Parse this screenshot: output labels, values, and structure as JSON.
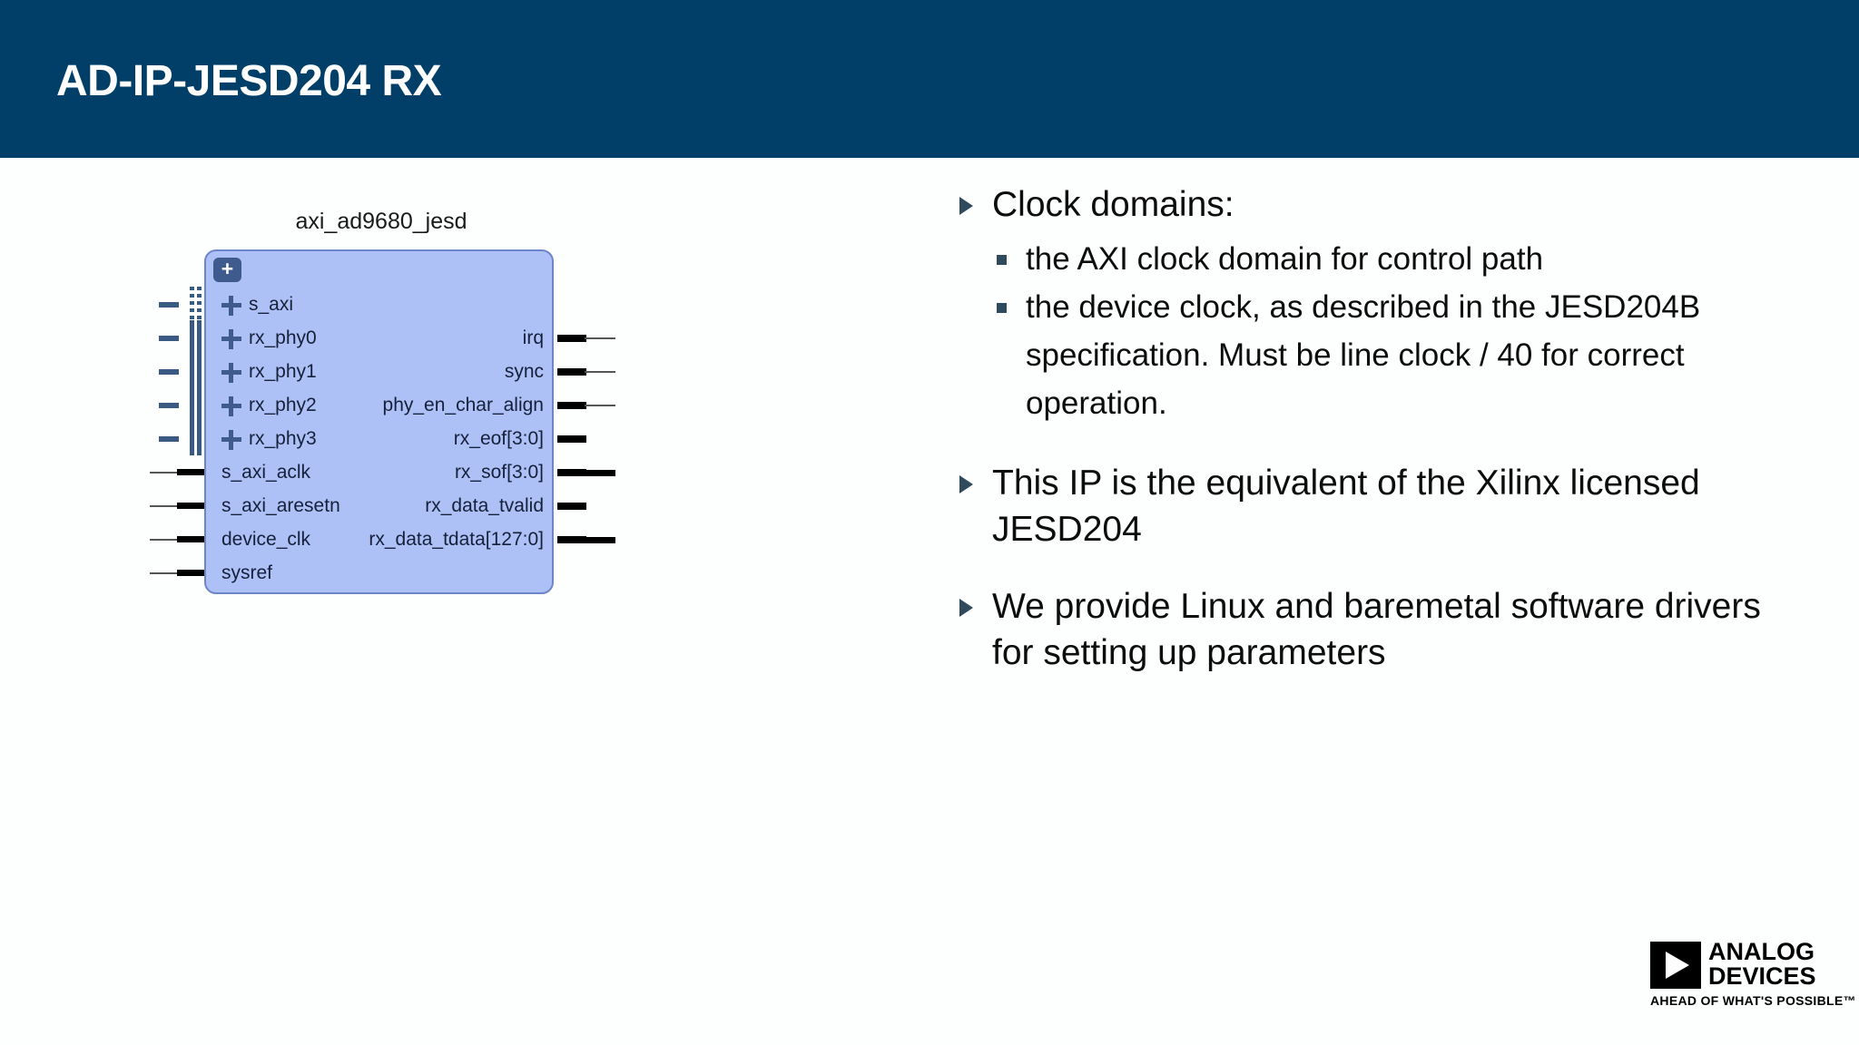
{
  "slide": {
    "title": "AD-IP-JESD204 RX",
    "header_color": "#023f68",
    "background_color": "#fdfefe"
  },
  "diagram": {
    "block_name": "axi_ad9680_jesd",
    "block_fill_color": "#aec1f7",
    "block_border_color": "#6d86c9",
    "expand_all_label": "+",
    "bus_expander_label": "+",
    "inputs": [
      {
        "label": "s_axi",
        "type": "bus",
        "connector": "dotted"
      },
      {
        "label": "rx_phy0",
        "type": "bus",
        "connector": "solid"
      },
      {
        "label": "rx_phy1",
        "type": "bus",
        "connector": "solid"
      },
      {
        "label": "rx_phy2",
        "type": "bus",
        "connector": "solid"
      },
      {
        "label": "rx_phy3",
        "type": "bus",
        "connector": "solid"
      },
      {
        "label": "s_axi_aclk",
        "type": "scalar",
        "connector": "pin"
      },
      {
        "label": "s_axi_aresetn",
        "type": "scalar",
        "connector": "pin"
      },
      {
        "label": "device_clk",
        "type": "scalar",
        "connector": "pin"
      },
      {
        "label": "sysref",
        "type": "scalar",
        "connector": "pin"
      }
    ],
    "outputs": [
      {
        "label": "irq",
        "width": "thin"
      },
      {
        "label": "sync",
        "width": "thin"
      },
      {
        "label": "phy_en_char_align",
        "width": "thin"
      },
      {
        "label": "rx_eof[3:0]",
        "width": "none"
      },
      {
        "label": "rx_sof[3:0]",
        "width": "thick"
      },
      {
        "label": "rx_data_tvalid",
        "width": "none"
      },
      {
        "label": "rx_data_tdata[127:0]",
        "width": "thick"
      }
    ]
  },
  "content": {
    "bullets": [
      {
        "level": 1,
        "text": "Clock domains:",
        "children": [
          {
            "level": 2,
            "text": "the AXI clock domain for control path"
          },
          {
            "level": 2,
            "text": "the device clock, as described in the JESD204B specification. Must be line clock / 40 for correct operation."
          }
        ]
      },
      {
        "level": 1,
        "text": "This IP is the equivalent of the Xilinx licensed JESD204",
        "children": []
      },
      {
        "level": 1,
        "text": "We provide Linux and baremetal software drivers for setting up parameters",
        "children": []
      }
    ]
  },
  "logo": {
    "wordmark_line1": "ANALOG",
    "wordmark_line2": "DEVICES",
    "tagline": "AHEAD OF WHAT'S POSSIBLE™"
  }
}
